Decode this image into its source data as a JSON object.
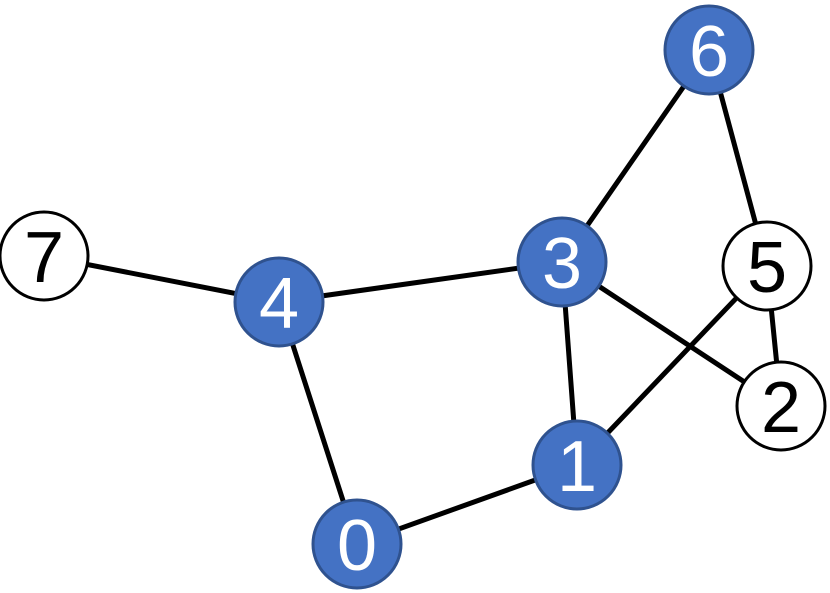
{
  "graph": {
    "colors": {
      "highlight_fill": "#4472C4",
      "highlight_stroke": "#2F528F",
      "highlight_text": "#ffffff",
      "plain_fill": "#ffffff",
      "plain_stroke": "#000000",
      "plain_text": "#000000",
      "edge": "#000000"
    },
    "nodes": [
      {
        "id": "0",
        "label": "0",
        "highlighted": true
      },
      {
        "id": "1",
        "label": "1",
        "highlighted": true
      },
      {
        "id": "2",
        "label": "2",
        "highlighted": false
      },
      {
        "id": "3",
        "label": "3",
        "highlighted": true
      },
      {
        "id": "4",
        "label": "4",
        "highlighted": true
      },
      {
        "id": "5",
        "label": "5",
        "highlighted": false
      },
      {
        "id": "6",
        "label": "6",
        "highlighted": true
      },
      {
        "id": "7",
        "label": "7",
        "highlighted": false
      }
    ],
    "edges": [
      [
        "7",
        "4"
      ],
      [
        "4",
        "3"
      ],
      [
        "4",
        "0"
      ],
      [
        "0",
        "1"
      ],
      [
        "1",
        "3"
      ],
      [
        "3",
        "6"
      ],
      [
        "6",
        "5"
      ],
      [
        "3",
        "2"
      ],
      [
        "1",
        "5"
      ],
      [
        "5",
        "2"
      ]
    ]
  }
}
